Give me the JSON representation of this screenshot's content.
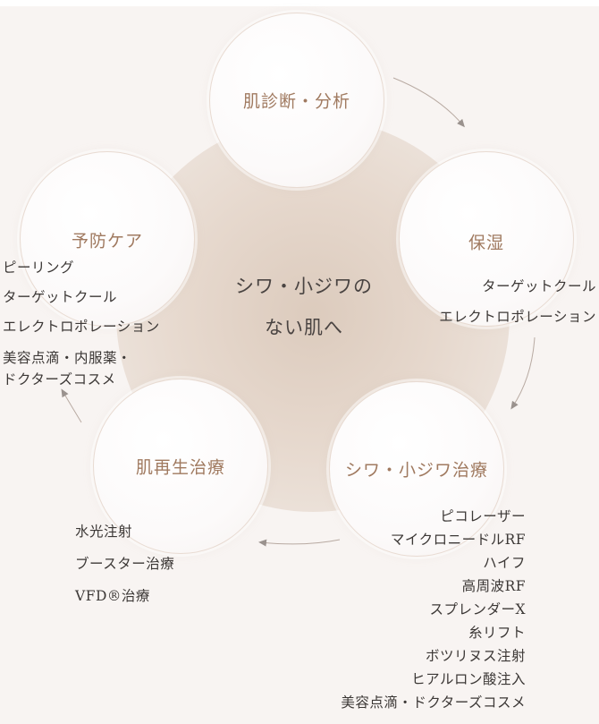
{
  "center": {
    "line1": "シワ・小ジワの",
    "line2": "ない肌へ"
  },
  "nodes": {
    "diagnosis": {
      "label": "肌診断・分析",
      "items": []
    },
    "moisture": {
      "label": "保湿",
      "items": [
        "ターゲットクール",
        "エレクトロポレーション"
      ]
    },
    "wrinkle": {
      "label": "シワ・小ジワ治療",
      "items": [
        "ピコレーザー",
        "マイクロニードルRF",
        "ハイフ",
        "高周波RF",
        "スプレンダーX",
        "糸リフト",
        "ボツリヌス注射",
        "ヒアルロン酸注入",
        "美容点滴・ドクターズコスメ"
      ]
    },
    "regeneration": {
      "label": "肌再生治療",
      "items": [
        "水光注射",
        "ブースター治療",
        "VFD®治療"
      ]
    },
    "prevention": {
      "label": "予防ケア",
      "items": [
        "ピーリング",
        "ターゲットクール",
        "エレクトロポレーション"
      ],
      "multiline_item": {
        "line1": "美容点滴・内服薬・",
        "line2": "ドクターズコスメ"
      }
    }
  },
  "colors": {
    "background": "#f8f4f2",
    "node_label": "#a07a60",
    "text": "#3c3836",
    "arrow": "#9a928e",
    "center_glow": "#dccbbd"
  },
  "icons": {
    "cycle_arrows": "arrow-right-curved"
  }
}
